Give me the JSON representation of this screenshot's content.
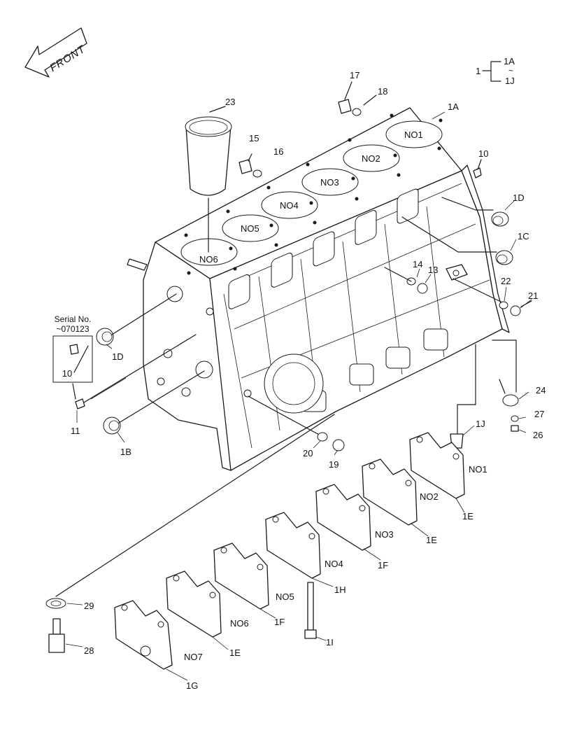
{
  "front_arrow": {
    "label": "FRONT"
  },
  "legend": {
    "group": "1",
    "from": "1A",
    "tilde": "~",
    "to": "1J"
  },
  "serial": {
    "line1": "Serial No.",
    "line2": "~070123",
    "part": "10"
  },
  "cylinders": [
    "NO1",
    "NO2",
    "NO3",
    "NO4",
    "NO5",
    "NO6"
  ],
  "caps": [
    "NO1",
    "NO2",
    "NO3",
    "NO4",
    "NO5",
    "NO6",
    "NO7"
  ],
  "callouts": {
    "p1": "1",
    "p1A": "1A",
    "p1B": "1B",
    "p1C": "1C",
    "p1D_right": "1D",
    "p1D_left": "1D",
    "p1E_a": "1E",
    "p1E_b": "1E",
    "p1E_c": "1E",
    "p1F_a": "1F",
    "p1F_b": "1F",
    "p1G": "1G",
    "p1H": "1H",
    "p1I": "1I",
    "p1J": "1J",
    "p10": "10",
    "p11": "11",
    "p13": "13",
    "p14": "14",
    "p15": "15",
    "p16": "16",
    "p17": "17",
    "p18": "18",
    "p19": "19",
    "p20": "20",
    "p21": "21",
    "p22": "22",
    "p23": "23",
    "p24": "24",
    "p26": "26",
    "p27": "27",
    "p28": "28",
    "p29": "29"
  }
}
